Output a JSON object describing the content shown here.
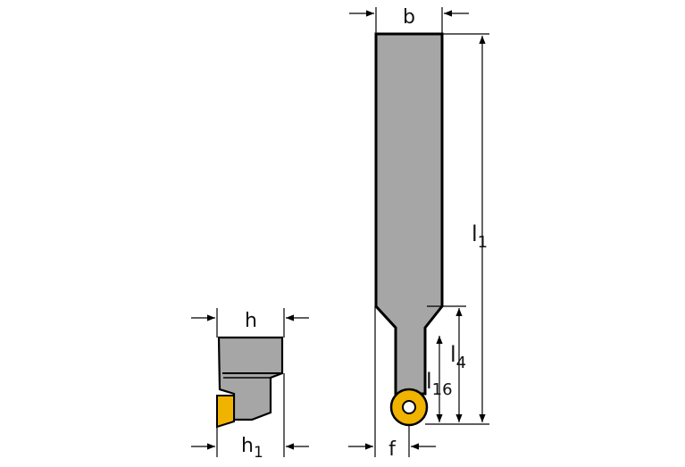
{
  "labels": {
    "b": "b",
    "l1": "l",
    "l1_sub": "1",
    "l4": "l",
    "l4_sub": "4",
    "l16": "l",
    "l16_sub": "16",
    "f": "f",
    "h": "h",
    "h1": "h",
    "h1_sub": "1"
  },
  "colors": {
    "tool_body": "#a6a6a6",
    "insert": "#f0b400",
    "outline": "#000000",
    "dimension_line": "#000000",
    "background": "#ffffff"
  }
}
